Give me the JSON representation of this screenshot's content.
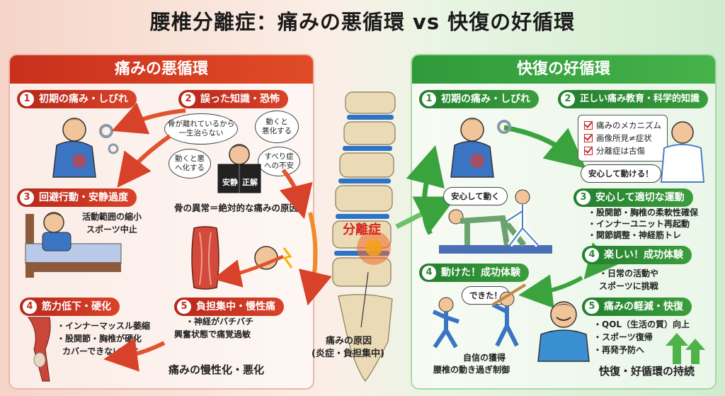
{
  "title": "腰椎分離症：痛みの悪循環 vs 快復の好循環",
  "left": {
    "header": "痛みの悪循環",
    "steps": [
      {
        "num": "1",
        "label": "初期の痛み・しびれ"
      },
      {
        "num": "2",
        "label": "誤った知識・恐怖"
      },
      {
        "num": "3",
        "label": "回避行動・安静過度"
      },
      {
        "num": "4",
        "label": "筋力低下・硬化"
      },
      {
        "num": "5",
        "label": "負担集中・慢性痛"
      }
    ],
    "bubbles": [
      "骨が離れているから\n一生治らない",
      "動くと\n悪化する",
      "動くと悪\nへ化する",
      "すべり症\nへの不安"
    ],
    "book": {
      "left": "安静",
      "right": "正解"
    },
    "caption2": "骨の異常＝絶対的な痛みの原因",
    "caption3": [
      "活動範囲の縮小",
      "スポーツ中止"
    ],
    "caption4": [
      "・インナーマッスル萎縮",
      "・股関節・胸椎が硬化",
      "カバーできない身体"
    ],
    "caption5": [
      "・神経がバチバチ",
      "興奮状態で痛覚過敏"
    ],
    "footer": "痛みの慢性化・悪化"
  },
  "center": {
    "label": "分離症",
    "cause": [
      "痛みの原因",
      "(炎症・負担集中)"
    ]
  },
  "right": {
    "header": "快復の好循環",
    "steps": [
      {
        "num": "1",
        "label": "初期の痛み・しびれ"
      },
      {
        "num": "2",
        "label": "正しい痛み教育・科学的知識"
      },
      {
        "num": "3",
        "label": "安心して適切な運動"
      },
      {
        "num": "4",
        "label": "楽しい！成功体験"
      },
      {
        "num": "4",
        "label": "動けた！成功体験"
      },
      {
        "num": "5",
        "label": "痛みの軽減・快復"
      }
    ],
    "checklist": [
      "痛みのメカニズム",
      "画像所見≠症状",
      "分離症は古傷"
    ],
    "bubble_safe": "安心して動ける！",
    "bubble_move": "安心して動く",
    "bubble_done": "できた！",
    "caption3": [
      "・股関節・胸椎の柔軟性確保",
      "・インナーユニット再起動",
      "・関節調整・神経筋トレ"
    ],
    "caption4": [
      "・日常の活動や",
      "スポーツに挑戦"
    ],
    "caption4b": [
      "自信の獲得",
      "腰椎の動き過ぎ制御"
    ],
    "caption5": [
      "・QOL（生活の質）向上",
      "・スポーツ復帰",
      "・再発予防へ"
    ],
    "footer": "快復・好循環の持続"
  },
  "colors": {
    "red": "#d23a24",
    "green": "#35a03c",
    "orange": "#f08a2a"
  }
}
